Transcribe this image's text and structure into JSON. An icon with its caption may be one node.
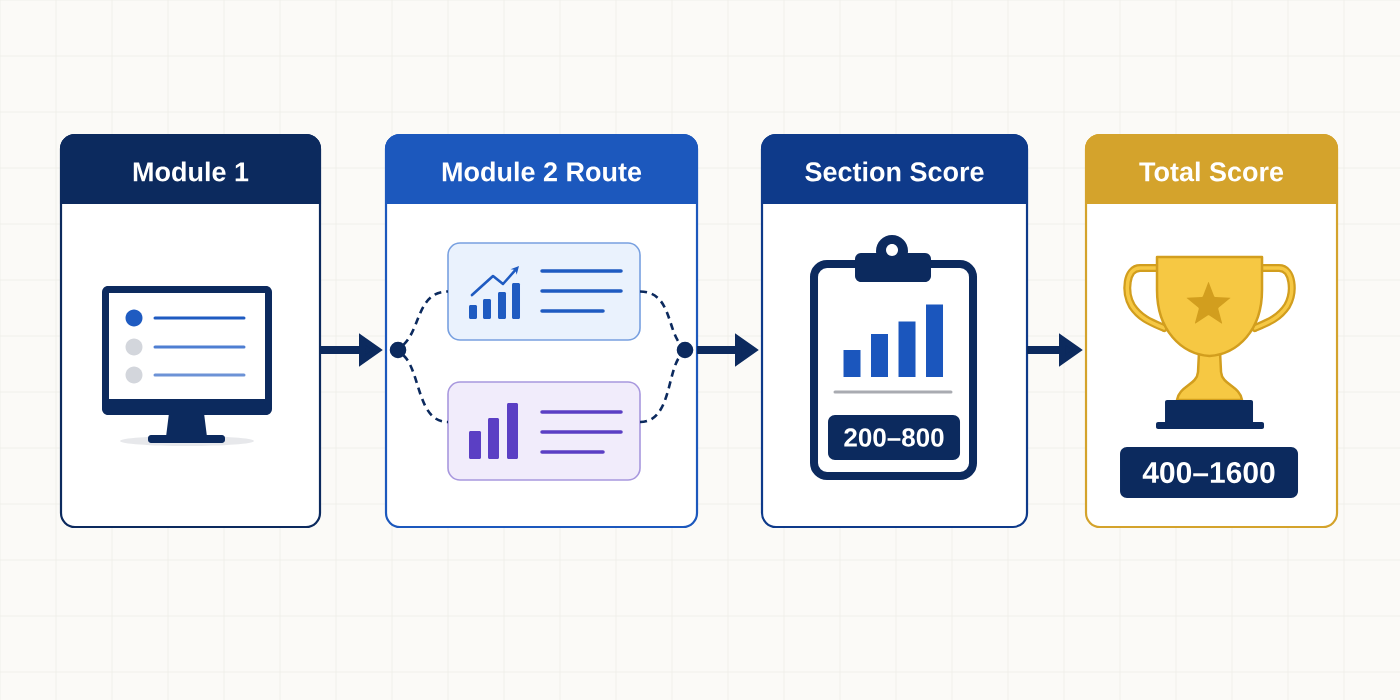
{
  "diagram": {
    "nodes": [
      {
        "text": [
          "Module 1"
        ]
      },
      {
        "text": [
          "Module 2 Route"
        ]
      },
      {
        "text": [],
        "shape": "circle",
        "in": 1
      },
      {
        "text": [],
        "shape": "box",
        "in": 1
      },
      {
        "text": [],
        "shape": "box",
        "in": 1
      },
      {
        "text": [],
        "shape": "circle",
        "in": 1
      },
      {
        "text": [
          "Section Score"
        ]
      },
      {
        "text": [
          "200–800"
        ],
        "in": 6
      },
      {
        "text": [
          "Total Score"
        ]
      },
      {
        "text": [
          "400–1600"
        ],
        "in": 8
      }
    ],
    "edges": [
      {
        "from": 0,
        "to": 1,
        "arrow": "to",
        "style": "thick"
      },
      {
        "from": 2,
        "to": 3,
        "arrow": "none",
        "style": "dashed"
      },
      {
        "from": 2,
        "to": 4,
        "arrow": "none",
        "style": "dashed"
      },
      {
        "from": 3,
        "to": 5,
        "arrow": "none",
        "style": "dashed"
      },
      {
        "from": 4,
        "to": 5,
        "arrow": "none",
        "style": "dashed"
      },
      {
        "from": 1,
        "to": 6,
        "arrow": "to",
        "style": "thick"
      },
      {
        "from": 6,
        "to": 8,
        "arrow": "to",
        "style": "thick"
      }
    ]
  }
}
